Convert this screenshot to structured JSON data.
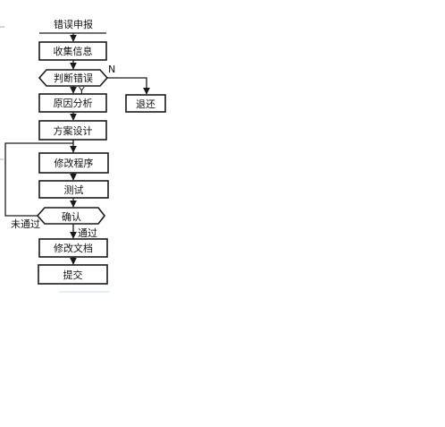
{
  "flowchart": {
    "start": "错误申报",
    "collect": "收集信息",
    "judge": "判断错误",
    "yes_label": "Y",
    "no_label": "N",
    "return": "退还",
    "analyze": "原因分析",
    "design": "方案设计",
    "modify_program": "修改程序",
    "test": "测试",
    "confirm": "确认",
    "fail_label": "未通过",
    "pass_label": "通过",
    "modify_doc": "修改文档",
    "submit": "提交"
  }
}
